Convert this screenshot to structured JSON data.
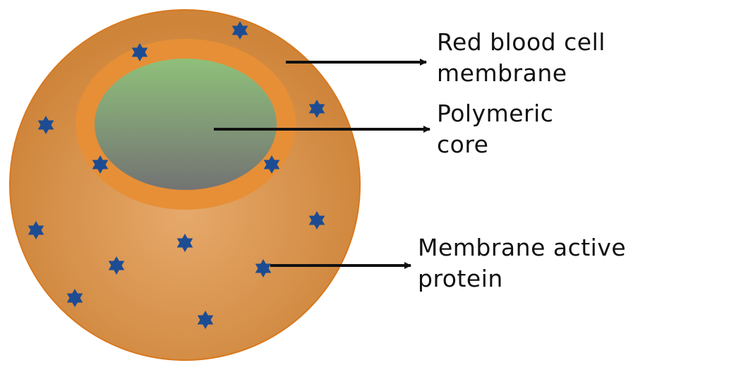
{
  "diagram": {
    "title": "Red blood cell membrane-coated polymeric nanoparticle",
    "colors": {
      "cell_outer": "#CE8439",
      "cell_highlight": "#E6A96B",
      "cell_edge": "#D8781E",
      "ring": "#E68F37",
      "core_top": "#8FC07A",
      "core_bottom": "#737373",
      "protein": "#1D4C93",
      "arrow": "#111111"
    },
    "components": [
      {
        "id": "membrane",
        "label_lines": [
          "Red blood cell",
          "membrane"
        ],
        "target": "membrane"
      },
      {
        "id": "core",
        "label_lines": [
          "Polymeric",
          "core"
        ],
        "target": "core"
      },
      {
        "id": "protein",
        "label_lines": [
          "Membrane active",
          "protein"
        ],
        "target": "protein"
      }
    ],
    "protein_count": 13
  }
}
